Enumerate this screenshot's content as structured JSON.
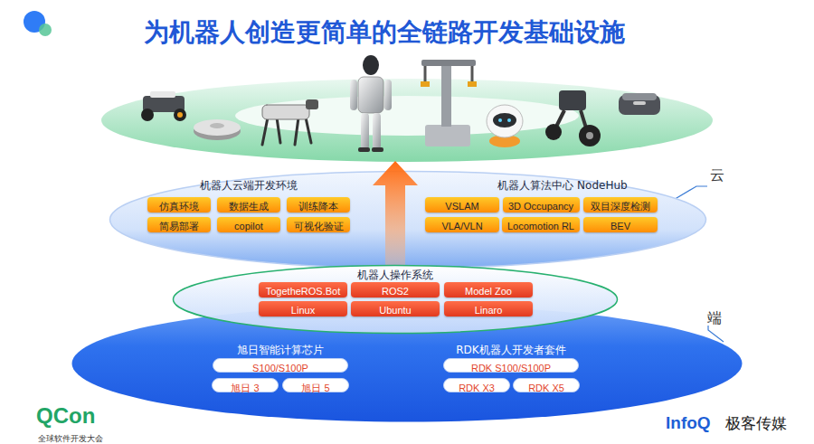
{
  "diagram": {
    "title": "为机器人创造更简单的全链路开发基础设施",
    "nodes": [
      {
        "text": [
          "机器人云端开发环境",
          "机器人算法中心 NodeHub"
        ]
      },
      {
        "text": [
          "仿真环境"
        ],
        "in": 0
      },
      {
        "text": [
          "数据生成"
        ],
        "in": 0
      },
      {
        "text": [
          "训练降本"
        ],
        "in": 0
      },
      {
        "text": [
          "简易部署"
        ],
        "in": 0
      },
      {
        "text": [
          "copilot"
        ],
        "in": 0
      },
      {
        "text": [
          "可视化验证"
        ],
        "in": 0
      },
      {
        "text": [
          "VSLAM"
        ],
        "in": 0
      },
      {
        "text": [
          "3D Occupancy"
        ],
        "in": 0
      },
      {
        "text": [
          "双目深度检测"
        ],
        "in": 0
      },
      {
        "text": [
          "VLA/VLN"
        ],
        "in": 0
      },
      {
        "text": [
          "Locomotion RL"
        ],
        "in": 0
      },
      {
        "text": [
          "BEV"
        ],
        "in": 0
      },
      {
        "text": [
          "机器人操作系统"
        ]
      },
      {
        "text": [
          "TogetheROS.Bot"
        ],
        "in": 13
      },
      {
        "text": [
          "ROS2"
        ],
        "in": 13
      },
      {
        "text": [
          "Model Zoo"
        ],
        "in": 13
      },
      {
        "text": [
          "Linux"
        ],
        "in": 13
      },
      {
        "text": [
          "Ubuntu"
        ],
        "in": 13
      },
      {
        "text": [
          "Linaro"
        ],
        "in": 13
      },
      {
        "text": [
          "旭日智能计算芯片",
          "RDK机器人开发者套件"
        ]
      },
      {
        "text": [
          "S100/S100P"
        ],
        "in": 20
      },
      {
        "text": [
          "旭日 3"
        ],
        "in": 20
      },
      {
        "text": [
          "旭日 5"
        ],
        "in": 20
      },
      {
        "text": [
          "RDK S100/S100P"
        ],
        "in": 20
      },
      {
        "text": [
          "RDK X3"
        ],
        "in": 20
      },
      {
        "text": [
          "RDK X5"
        ],
        "in": 20
      }
    ],
    "labels": [
      "云",
      "端",
      "QCon",
      "全球软件开发大会",
      "InfoQ",
      "极客传媒"
    ]
  }
}
